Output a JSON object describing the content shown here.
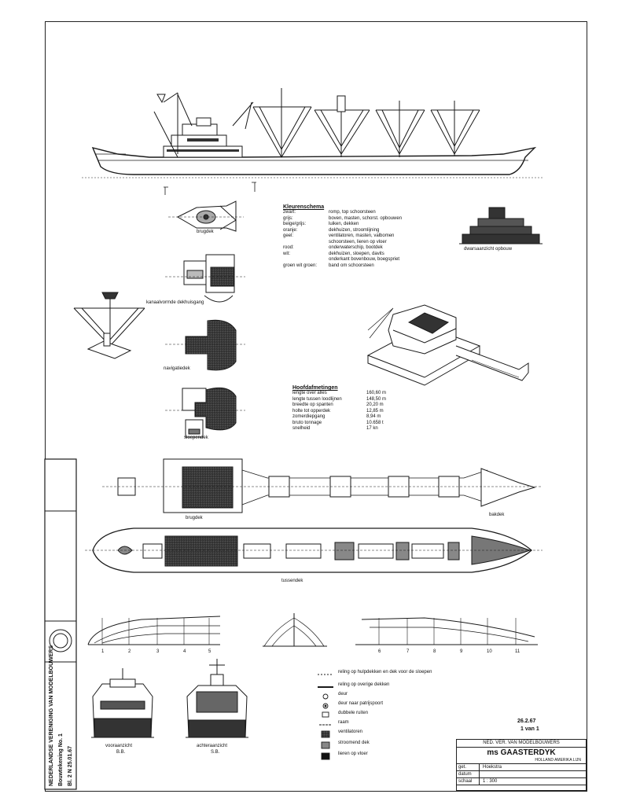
{
  "views": {
    "bridge_top": "brugdek",
    "section_kingposts": "kanaalvormde dekhuisgang",
    "section_navigation": "navigatiedek",
    "section_boat": "sloependek",
    "section_bridgefront": "brugdek",
    "section_hold": "tussendek",
    "section_forecastle": "bakdek",
    "aft_view": "dwarsaanzicht opbouw",
    "front_view_left": "vooraanzicht",
    "front_view_left_sub": "B.B.",
    "front_view_right": "achteraanzicht",
    "front_view_right_sub": "S.B."
  },
  "colors": {
    "title": "Kleurenschema",
    "rows": [
      {
        "key": "zwart:",
        "val": "romp, top schoorsteen"
      },
      {
        "key": "grijs:",
        "val": "boven, masten, schorst. opbouwen"
      },
      {
        "key": "beige/grijs:",
        "val": "luiken, dekken"
      },
      {
        "key": "oranje:",
        "val": "dekhuizen, stroomlijning"
      },
      {
        "key": "geel:",
        "val": "ventilatoren, masten, valbomen"
      },
      {
        "key": "",
        "val": "schoorsteen, lieren op vloer"
      },
      {
        "key": "rood:",
        "val": "onderwaterschip, bootdek"
      },
      {
        "key": "wit:",
        "val": "dekhuizen, sloepen, davits"
      },
      {
        "key": "",
        "val": "onderkant bovenbouw, boegspriet"
      },
      {
        "key": "groen wit groen:",
        "val": "band om schoorsteen"
      }
    ]
  },
  "dimensions": {
    "title": "Hoofdafmetingen",
    "rows": [
      {
        "key": "lengte over alles",
        "val": "160,60 m"
      },
      {
        "key": "lengte tussen loodlijnen",
        "val": "148,50 m"
      },
      {
        "key": "breedte op spanten",
        "val": "20,20 m"
      },
      {
        "key": "holte tot opperdek",
        "val": "12,85 m"
      },
      {
        "key": "zomerdiepgang",
        "val": "8,94 m"
      },
      {
        "key": "bruto tonnage",
        "val": "10.658 t"
      },
      {
        "key": "snelheid",
        "val": "17 kn"
      }
    ]
  },
  "legend": {
    "rows": [
      {
        "sym": "dashes",
        "val": "reling op hulpdekken en dek voor de sloepen"
      },
      {
        "sym": "thick",
        "val": "reling op overige dekken"
      },
      {
        "sym": "circle",
        "val": "deur"
      },
      {
        "sym": "dotcircle",
        "val": "deur naar patrijspoort"
      },
      {
        "sym": "square",
        "val": "dubbele ruiten"
      },
      {
        "sym": "dashsmall",
        "val": "raam"
      },
      {
        "sym": "vent",
        "val": "ventilatoren"
      },
      {
        "sym": "hatchsq",
        "val": "stroomend dek"
      },
      {
        "sym": "filledsq",
        "val": "lieren op vloer"
      }
    ]
  },
  "stations": [
    "1",
    "2",
    "3",
    "4",
    "5",
    "6",
    "7",
    "8",
    "9",
    "10",
    "11"
  ],
  "sheet_info": {
    "date": "26.2.67",
    "page": "1 van 1"
  },
  "title_block": {
    "org": "NED. VER. VAN MODELBOUWERS",
    "ship": "ms GAASTERDYK",
    "sub": "HOLLAND AMERIKA LIJN",
    "rows": [
      {
        "k": "get.",
        "v": "Hoekstra"
      },
      {
        "k": "datum",
        "v": ""
      },
      {
        "k": "schaal",
        "v": "1 : 300"
      }
    ]
  },
  "side_strip": {
    "org_vert": "NEDERLANDSE VERENIGING VAN MODELBOUWERS",
    "plan": "Bouwtekening No. 1",
    "ref": "Bl. 2 N 25.01.67"
  }
}
